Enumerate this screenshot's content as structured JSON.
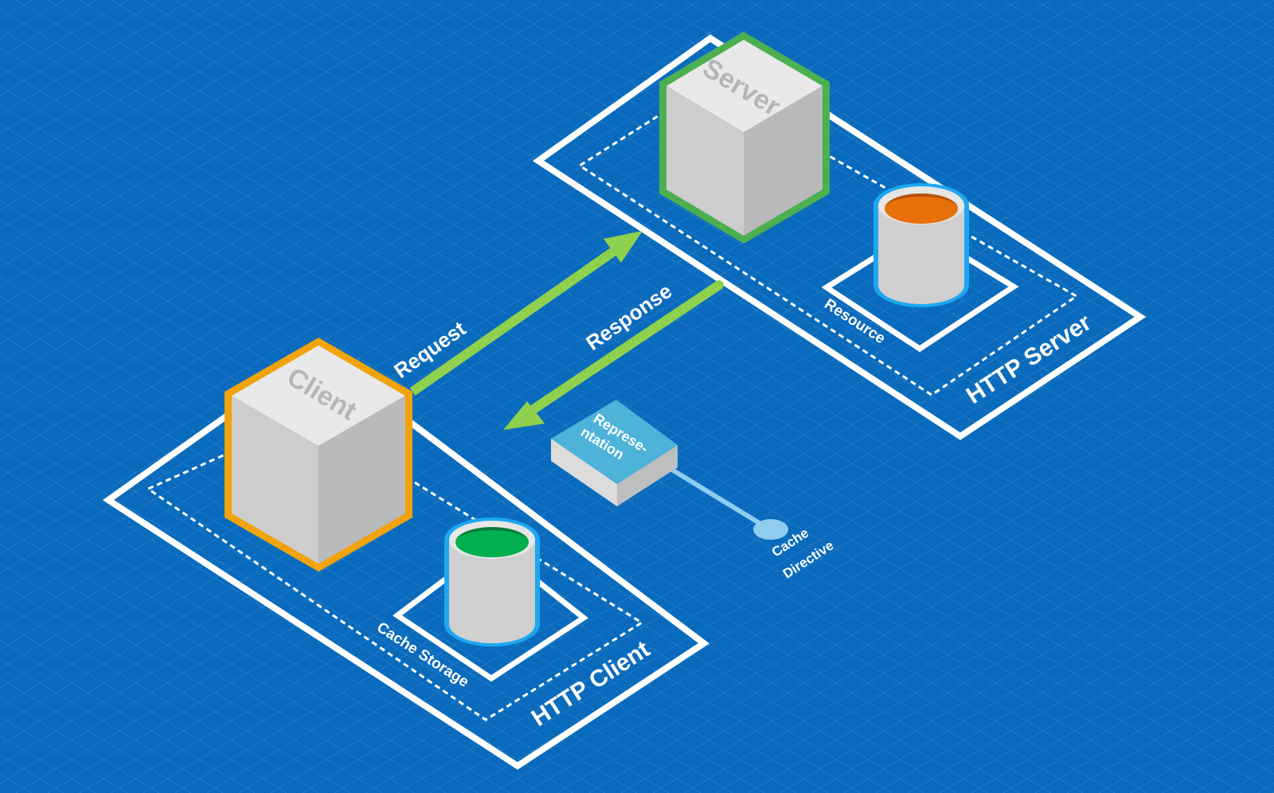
{
  "colors": {
    "background": "#0a6bbd",
    "grid": "#3a8bd0",
    "client_outline": "#f0a30a",
    "server_outline": "#4caf50",
    "arrow": "#8fd14f",
    "cache_fill": "#00b050",
    "resource_fill": "#e8700a",
    "cylinder_rim": "#1ea7f0",
    "representation_top": "#4db3d9",
    "cache_directive": "#8ecdf0"
  },
  "diagram": {
    "client": {
      "cube_label": "Client",
      "group_label": "HTTP Client",
      "storage_label": "Cache Storage"
    },
    "server": {
      "cube_label": "Server",
      "group_label": "HTTP Server",
      "storage_label": "Resource"
    },
    "request_label": "Request",
    "response_label": "Response",
    "representation_line1": "Represe-",
    "representation_line2": "ntation",
    "cache_directive_line1": "Cache",
    "cache_directive_line2": "Directive"
  }
}
